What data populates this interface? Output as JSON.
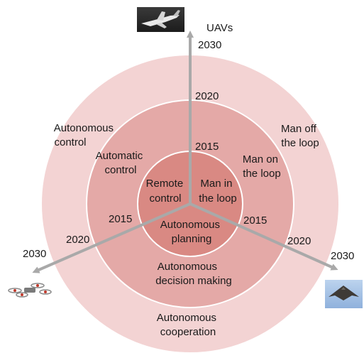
{
  "colors": {
    "outer_ring": "#f3d3d3",
    "middle_ring": "#e4a9a7",
    "inner_ring": "#d98983",
    "ring_stroke": "#ffffff",
    "arrow": "#a9a9a9"
  },
  "axes": {
    "top": {
      "title": "UAVs",
      "year_outer": "2030",
      "year_mid": "2020",
      "year_inner": "2015"
    },
    "left": {
      "year_outer": "2030",
      "year_mid": "2020",
      "year_inner": "2015"
    },
    "right": {
      "year_outer": "2030",
      "year_mid": "2020",
      "year_inner": "2015"
    }
  },
  "sectors": {
    "left_top": {
      "outer": [
        "Autonomous",
        "control"
      ],
      "middle": [
        "Automatic",
        "control"
      ],
      "inner": [
        "Remote",
        "control"
      ]
    },
    "right_top": {
      "outer": [
        "Man off",
        "the loop"
      ],
      "middle": [
        "Man on",
        "the loop"
      ],
      "inner": [
        "Man in",
        "the loop"
      ]
    },
    "bottom": {
      "outer": [
        "Autonomous",
        "cooperation"
      ],
      "middle": [
        "Autonomous",
        "decision making"
      ],
      "inner": [
        "Autonomous",
        "planning"
      ]
    }
  },
  "icons": {
    "top": "jet-uav-photo-icon",
    "left": "quadcopter-drone-photo-icon",
    "right": "flying-wing-uav-photo-icon"
  }
}
